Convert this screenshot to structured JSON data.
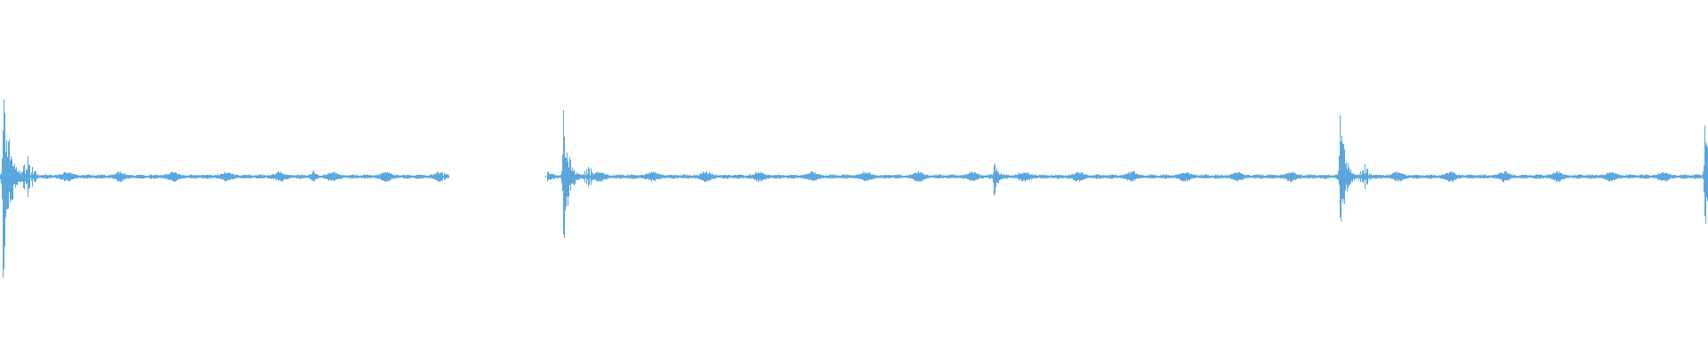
{
  "waveform": {
    "color": "#5aa7de",
    "background": "#ffffff",
    "transients": [
      {
        "amp_up": 0.62,
        "amp_down": 0.68,
        "tail_decay": 0.6
      },
      {
        "amp_up": 0.42,
        "amp_down": 0.48,
        "tail_decay": 0.5
      },
      {
        "amp_up": 0.12,
        "amp_down": 0.12,
        "tail_decay": 0.4
      },
      {
        "amp_up": 0.4,
        "amp_down": 0.4,
        "tail_decay": 0.5
      },
      {
        "amp_up": 0.33,
        "amp_down": 0.34,
        "tail_decay": 0.5
      }
    ],
    "silent_gap": true
  }
}
